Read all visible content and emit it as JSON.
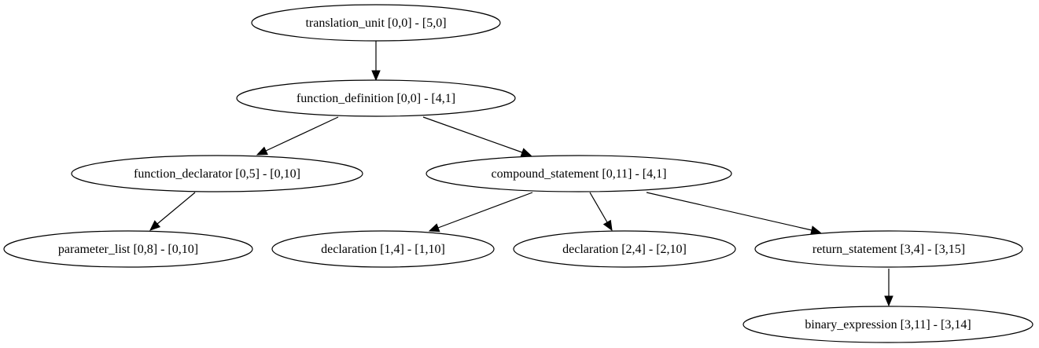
{
  "diagram": {
    "nodes": [
      {
        "id": "n0",
        "label": "translation_unit [0,0] - [5,0]"
      },
      {
        "id": "n1",
        "label": "function_definition [0,0] - [4,1]"
      },
      {
        "id": "n2",
        "label": "function_declarator [0,5] - [0,10]"
      },
      {
        "id": "n3",
        "label": "compound_statement [0,11] - [4,1]"
      },
      {
        "id": "n4",
        "label": "parameter_list [0,8] - [0,10]"
      },
      {
        "id": "n5",
        "label": "declaration [1,4] - [1,10]"
      },
      {
        "id": "n6",
        "label": "declaration [2,4] - [2,10]"
      },
      {
        "id": "n7",
        "label": "return_statement [3,4] - [3,15]"
      },
      {
        "id": "n8",
        "label": "binary_expression [3,11] - [3,14]"
      }
    ],
    "edges": [
      {
        "from": "n0",
        "to": "n1"
      },
      {
        "from": "n1",
        "to": "n2"
      },
      {
        "from": "n1",
        "to": "n3"
      },
      {
        "from": "n2",
        "to": "n4"
      },
      {
        "from": "n3",
        "to": "n5"
      },
      {
        "from": "n3",
        "to": "n6"
      },
      {
        "from": "n3",
        "to": "n7"
      },
      {
        "from": "n7",
        "to": "n8"
      }
    ]
  }
}
